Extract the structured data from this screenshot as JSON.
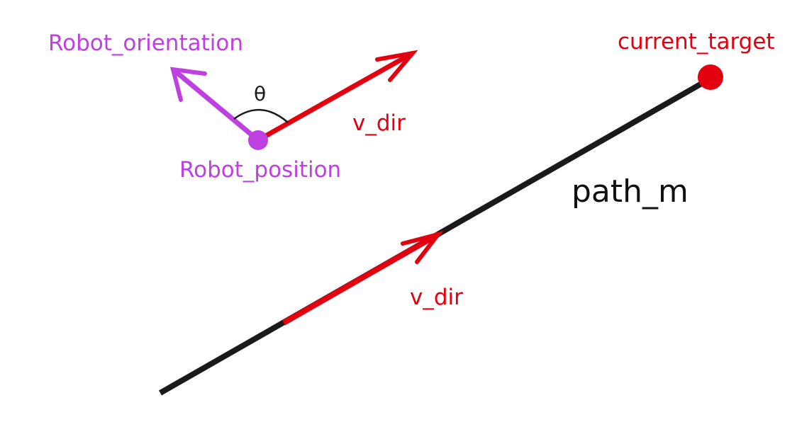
{
  "labels": {
    "robot_orientation": "Robot_orientation",
    "theta": "θ",
    "v_dir_top": "v_dir",
    "robot_position": "Robot_position",
    "current_target": "current_target",
    "path_m": "path_m",
    "v_dir_bottom": "v_dir"
  },
  "colors": {
    "purple": "#bf40e0",
    "red": "#e3000f",
    "black": "#1a1a1a"
  }
}
